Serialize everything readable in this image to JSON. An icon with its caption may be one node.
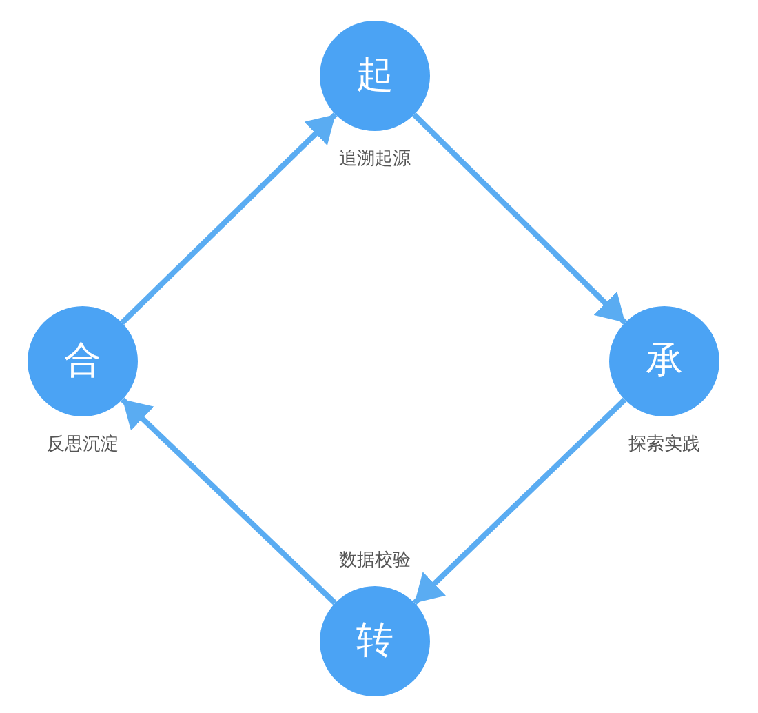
{
  "diagram": {
    "nodes": [
      {
        "text": [
          "起"
        ],
        "beside": [
          "追溯起源"
        ]
      },
      {
        "text": [
          "承"
        ],
        "beside": [
          "探索实践"
        ]
      },
      {
        "text": [
          "转"
        ],
        "beside": [
          "数据校验"
        ]
      },
      {
        "text": [
          "合"
        ],
        "beside": [
          "反思沉淀"
        ]
      }
    ],
    "edges": [
      {
        "from": 3,
        "to": 0,
        "arrow": "to"
      },
      {
        "from": 0,
        "to": 1,
        "arrow": "to"
      },
      {
        "from": 1,
        "to": 2,
        "arrow": "to"
      },
      {
        "from": 2,
        "to": 3,
        "arrow": "to"
      }
    ]
  }
}
